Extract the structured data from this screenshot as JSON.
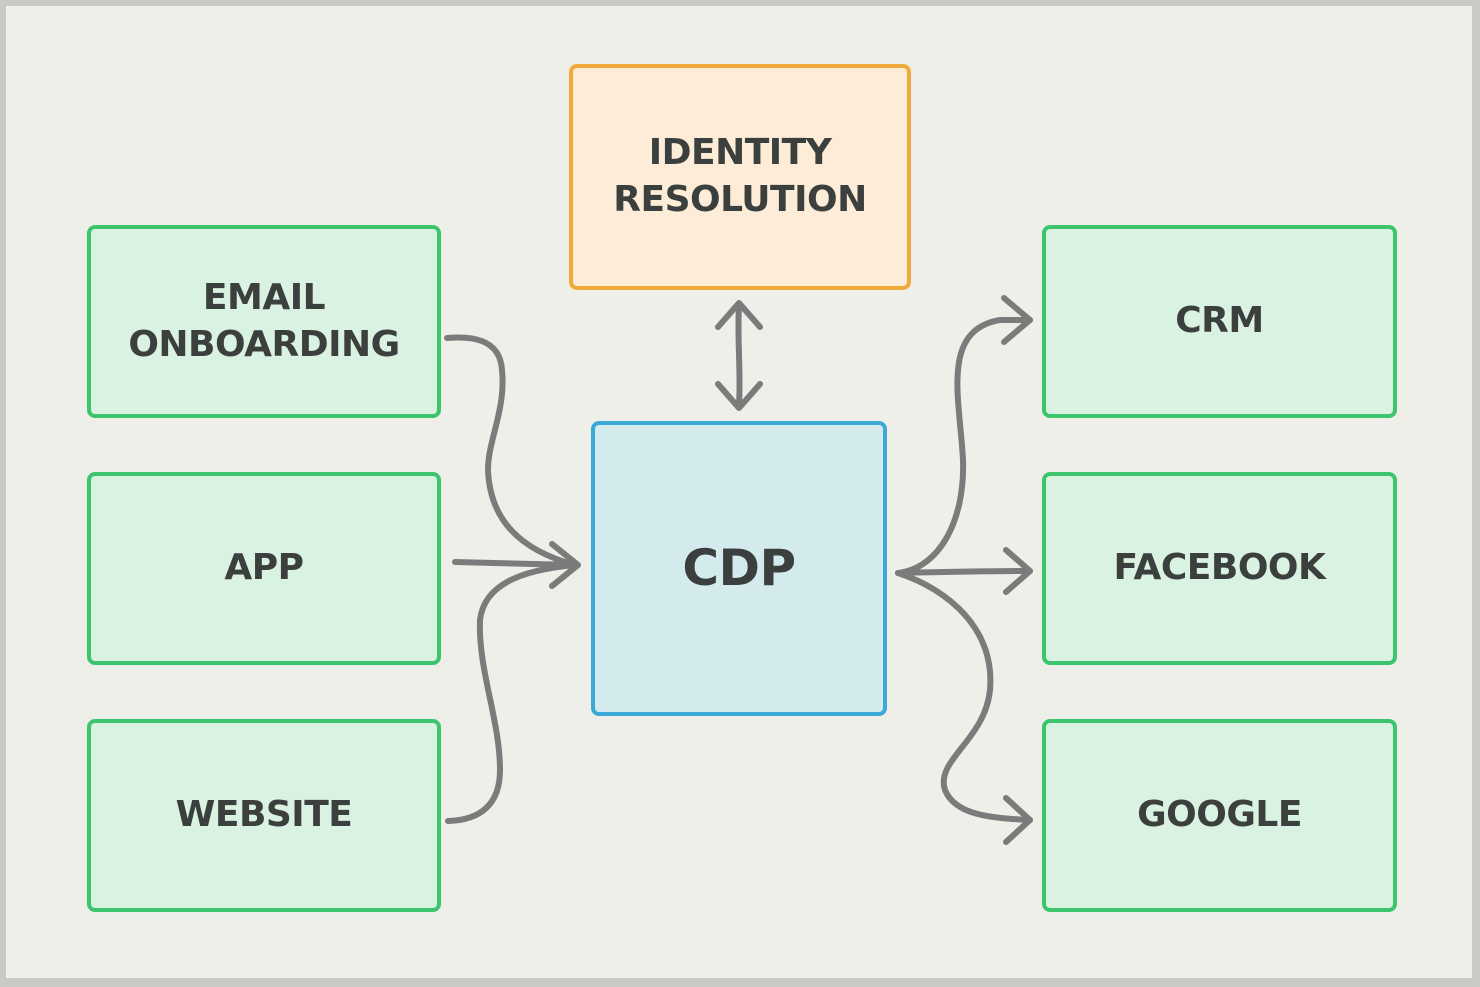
{
  "nodes": {
    "identity": "IDENTITY\nRESOLUTION",
    "email": "EMAIL\nONBOARDING",
    "app": "APP",
    "website": "WEBSITE",
    "cdp": "CDP",
    "crm": "CRM",
    "facebook": "FACEBOOK",
    "google": "GOOGLE"
  },
  "colors": {
    "background": "#efefe9",
    "source_fill": "#d9f2e2",
    "source_border": "#3dc56e",
    "identity_fill": "#fcecd8",
    "identity_border": "#f0aa3a",
    "cdp_fill": "#d4ebee",
    "cdp_border": "#3aa9d6",
    "arrow": "#7b7b7b",
    "text": "#3b3f3d"
  },
  "edges": [
    {
      "from": "email",
      "to": "cdp"
    },
    {
      "from": "app",
      "to": "cdp"
    },
    {
      "from": "website",
      "to": "cdp"
    },
    {
      "from": "identity",
      "to": "cdp",
      "bidirectional": true
    },
    {
      "from": "cdp",
      "to": "crm"
    },
    {
      "from": "cdp",
      "to": "facebook"
    },
    {
      "from": "cdp",
      "to": "google"
    }
  ]
}
